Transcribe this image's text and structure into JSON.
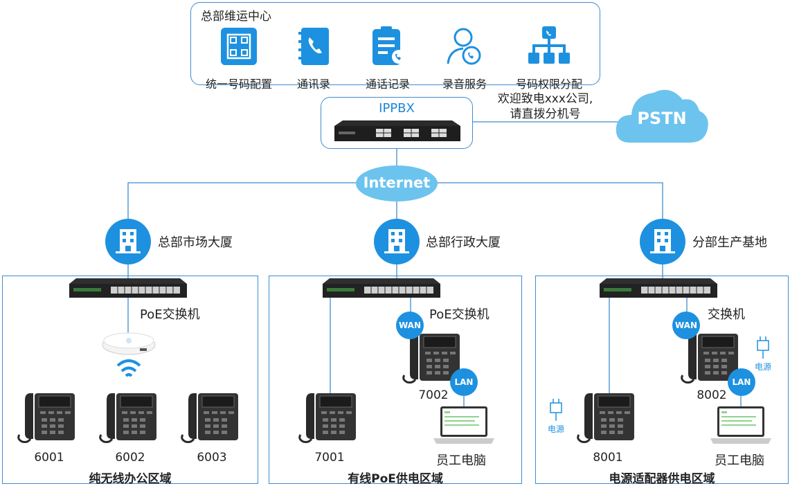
{
  "hq": {
    "title": "总部维运中心",
    "services": [
      {
        "label": "统一号码配置",
        "icon": "unified-number-icon"
      },
      {
        "label": "通讯录",
        "icon": "contacts-book-icon"
      },
      {
        "label": "通话记录",
        "icon": "call-log-icon"
      },
      {
        "label": "录音服务",
        "icon": "recording-icon"
      },
      {
        "label": "号码权限分配",
        "icon": "permission-tree-icon"
      }
    ]
  },
  "ippbx": {
    "title": "IPPBX"
  },
  "greeting": {
    "line1": "欢迎致电xxx公司,",
    "line2": "请直拨分机号"
  },
  "pstn": {
    "label": "PSTN"
  },
  "internet": {
    "label": "Internet"
  },
  "buildings": [
    {
      "label": "总部市场大厦"
    },
    {
      "label": "总部行政大厦"
    },
    {
      "label": "分部生产基地"
    }
  ],
  "zones": [
    {
      "label": "纯无线办公区域",
      "switch": "PoE交换机",
      "phones": [
        "6001",
        "6002",
        "6003"
      ]
    },
    {
      "label": "有线PoE供电区域",
      "switch": "PoE交换机",
      "phones": [
        "7001",
        "7002"
      ],
      "pc": "员工电脑",
      "wan": "WAN",
      "lan": "LAN"
    },
    {
      "label": "电源适配器供电区域",
      "switch": "交换机",
      "phones": [
        "8001",
        "8002"
      ],
      "pc": "员工电脑",
      "wan": "WAN",
      "lan": "LAN",
      "power": "电源"
    }
  ],
  "colors": {
    "accent": "#1d91e0",
    "border": "#3d8bd0",
    "cloud": "#6cc3ee"
  }
}
